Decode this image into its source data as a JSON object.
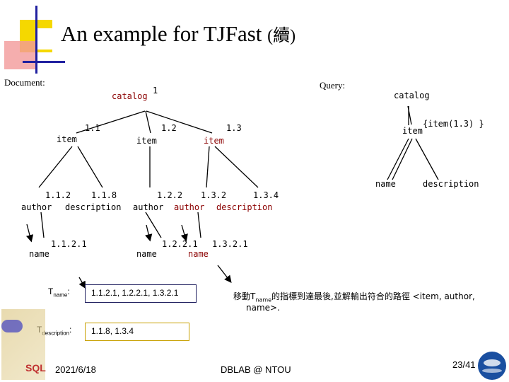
{
  "slide": {
    "title": "An example for TJFast",
    "title_suffix": "(續)",
    "document_label": "Document:",
    "query_label": "Query:"
  },
  "document_tree": {
    "root": {
      "label": "catalog",
      "id": "1"
    },
    "items": [
      {
        "label": "item",
        "id": "1.1"
      },
      {
        "label": "item",
        "id": "1.2"
      },
      {
        "label": "item",
        "id": "1.3"
      }
    ],
    "level3": [
      {
        "label": "author",
        "id": "1.1.2"
      },
      {
        "label": "description",
        "id": "1.1.8"
      },
      {
        "label": "author",
        "id": "1.2.2"
      },
      {
        "label": "author",
        "id": "1.3.2"
      },
      {
        "label": "description",
        "id": "1.3.4"
      }
    ],
    "level4": [
      {
        "label": "name",
        "id": "1.1.2.1"
      },
      {
        "label": "name",
        "id": "1.2.2.1"
      },
      {
        "label": "name",
        "id": "1.3.2.1"
      }
    ]
  },
  "query_tree": {
    "root": "catalog",
    "item": "item",
    "item_annotation": "{item(1.3) }",
    "children": [
      "name",
      "description"
    ]
  },
  "streams": {
    "name": {
      "label_main": "T",
      "label_sub": "name",
      "colon": ":",
      "value": "1.1.2.1,  1.2.2.1, 1.3.2.1"
    },
    "description": {
      "label_main": "T",
      "label_sub": "description",
      "colon": ":",
      "value": "1.1.8,  1.3.4"
    }
  },
  "note": {
    "prefix": "移動T",
    "sub": "name",
    "suffix": "的指標到達最後,並解輸出符合的路徑 <item, author,",
    "line2": "name>."
  },
  "footer": {
    "date": "2021/6/18",
    "center": "DBLAB @ NTOU",
    "page": "23/41",
    "logo_text": "SQL"
  },
  "colors": {
    "box_name_border": "#1f1f5f",
    "box_description_border": "#c8a000",
    "highlight_label": "#8b0000",
    "deco_yellow": "#f5d800",
    "deco_red": "#e03030",
    "deco_blue": "#2020a0"
  }
}
